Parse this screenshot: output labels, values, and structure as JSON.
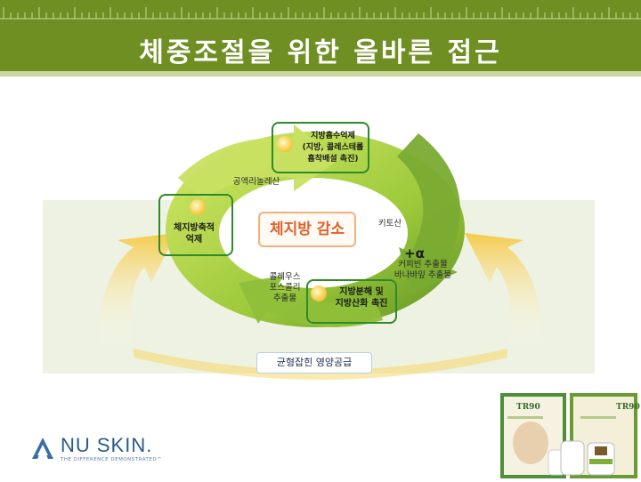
{
  "title": "체중조절을 위한 올바른 접근",
  "center": "체지방 감소",
  "boxes": {
    "top": "지방흡수억제\n(지방, 콜레스테롤\n흡착배설 촉진)",
    "left": "체지방축적\n억제",
    "bottom": "지방분해 및\n지방산화 촉진"
  },
  "arrow_labels": {
    "top": "공액리놀레산",
    "right": "키토산",
    "bottom_left": "콜레우스\n포스콜리\n추출물",
    "right_extra": "커피빈 추출물\n바나바잎 추출물"
  },
  "alpha": "+α",
  "supply": "균형잡힌 영양공급",
  "logo": {
    "brand": "NU SKIN.",
    "tagline": "THE DIFFERENCE DEMONSTRATED™"
  },
  "product": {
    "brand": "TR90"
  },
  "colors": {
    "header": "#6f8f23",
    "ring_light": "#b8d94a",
    "ring_dark": "#6f9e2a",
    "box_border": "#2f8a2a",
    "center_text": "#e0622a",
    "side_arrow": "#f4c63a"
  }
}
